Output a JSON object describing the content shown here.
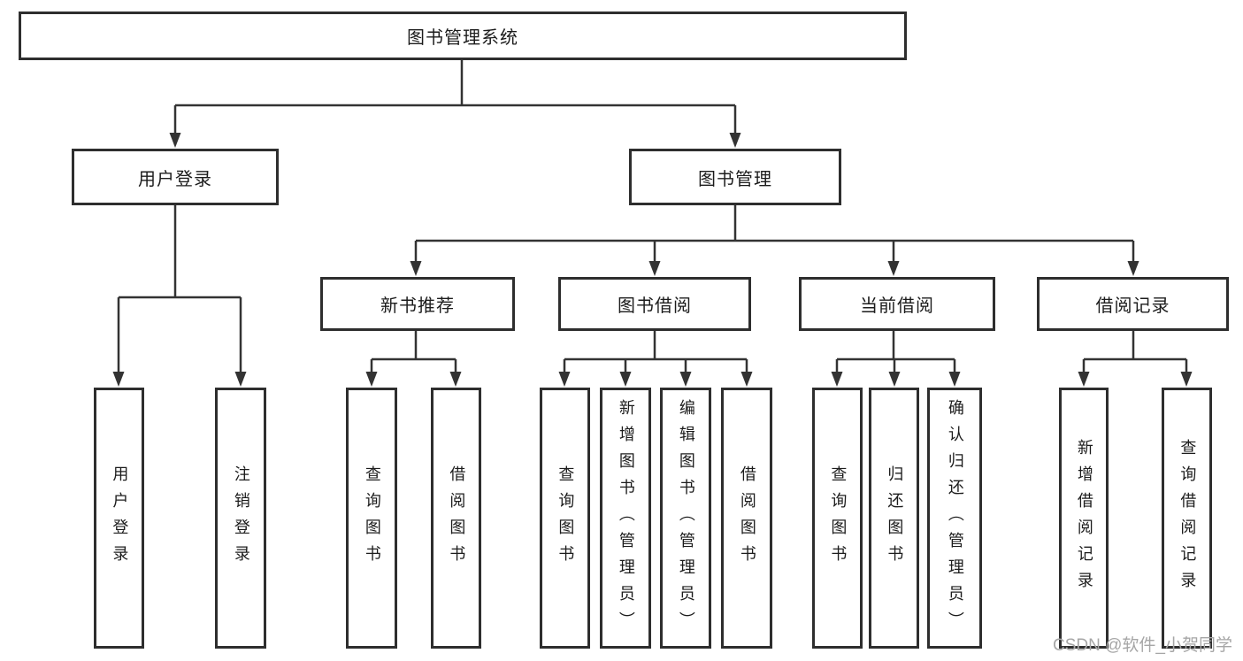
{
  "tree": {
    "root": {
      "label": "图书管理系统"
    },
    "user_login": {
      "label": "用户登录",
      "children": [
        {
          "label": "用户登录"
        },
        {
          "label": "注销登录"
        }
      ]
    },
    "book_mgmt": {
      "label": "图书管理",
      "groups": [
        {
          "label": "新书推荐",
          "children": [
            {
              "label": "查询图书"
            },
            {
              "label": "借阅图书"
            }
          ]
        },
        {
          "label": "图书借阅",
          "children": [
            {
              "label": "查询图书"
            },
            {
              "label": "新增图书（管理员）"
            },
            {
              "label": "编辑图书（管理员）"
            },
            {
              "label": "借阅图书"
            }
          ]
        },
        {
          "label": "当前借阅",
          "children": [
            {
              "label": "查询图书"
            },
            {
              "label": "归还图书"
            },
            {
              "label": "确认归还（管理员）"
            }
          ]
        },
        {
          "label": "借阅记录",
          "children": [
            {
              "label": "新增借阅记录"
            },
            {
              "label": "查询借阅记录"
            }
          ]
        }
      ]
    }
  },
  "watermark": "CSDN @软件_小贺同学",
  "colors": {
    "line": "#333333",
    "box_border": "#2e2e2e",
    "text": "#1c1c1c",
    "watermark": "#a6a6a6",
    "background": "#ffffff"
  }
}
